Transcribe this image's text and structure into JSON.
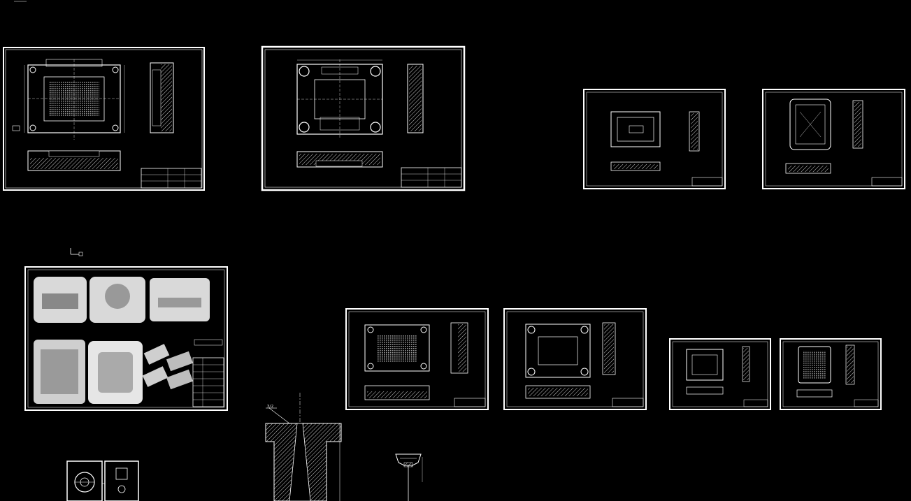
{
  "app": {
    "background_color": "#000000",
    "line_color": "#ffffff"
  },
  "corner_label": "",
  "sheets": [
    {
      "id": "sheet-1",
      "kind": "mold-assembly"
    },
    {
      "id": "sheet-2",
      "kind": "mold-assembly"
    },
    {
      "id": "sheet-3",
      "kind": "part-drawing"
    },
    {
      "id": "sheet-4",
      "kind": "part-drawing"
    },
    {
      "id": "sheet-5",
      "kind": "render-collage"
    },
    {
      "id": "sheet-6",
      "kind": "mold-assembly"
    },
    {
      "id": "sheet-7",
      "kind": "mold-assembly"
    },
    {
      "id": "sheet-8",
      "kind": "part-drawing"
    },
    {
      "id": "sheet-9",
      "kind": "part-drawing"
    }
  ],
  "detail_drawings": [
    {
      "id": "sprue-bushing-section",
      "dimension_label": "3/2"
    },
    {
      "id": "nozzle-detail"
    },
    {
      "id": "small-parts-pair"
    }
  ],
  "ucs_icon": "ucs-icon"
}
